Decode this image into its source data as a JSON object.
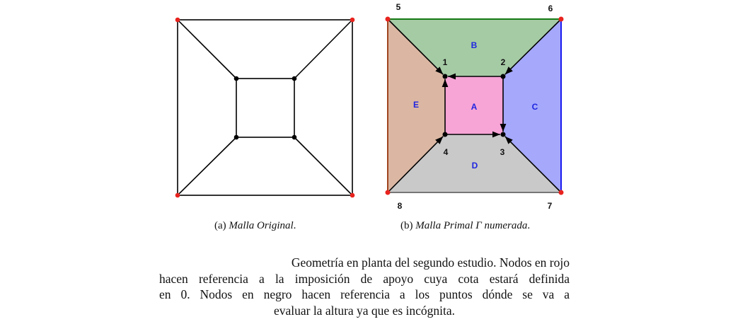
{
  "figure_a": {
    "label": "(a)",
    "title": "Malla Original",
    "suffix": "."
  },
  "figure_b": {
    "label": "(b)",
    "title": "Malla Primal Γ numerada",
    "suffix": ".",
    "node_labels": [
      "1",
      "2",
      "3",
      "4",
      "5",
      "6",
      "7",
      "8"
    ],
    "region_labels": [
      "A",
      "B",
      "C",
      "D",
      "E"
    ],
    "colors": {
      "A": "#f7a4d6",
      "B": "#a5cba5",
      "C": "#a5a8fb",
      "D": "#c9c9c9",
      "E": "#dbb7a3",
      "support_node": "#e8231e",
      "free_node": "#000000",
      "region_text": "#1f25e0",
      "edge_top": "#157a15",
      "edge_right": "#1a1af0",
      "edge_left": "#a0441f",
      "edge_bottom": "#777777"
    }
  },
  "caption": {
    "lines": [
      "Geometría en planta del segundo estudio. Nodos en rojo",
      "hacen referencia a la imposición de apoyo cuya cota estará definida",
      "en 0. Nodos en negro hacen referencia a los puntos dónde se va a",
      "evaluar la altura ya que es incógnita."
    ]
  }
}
